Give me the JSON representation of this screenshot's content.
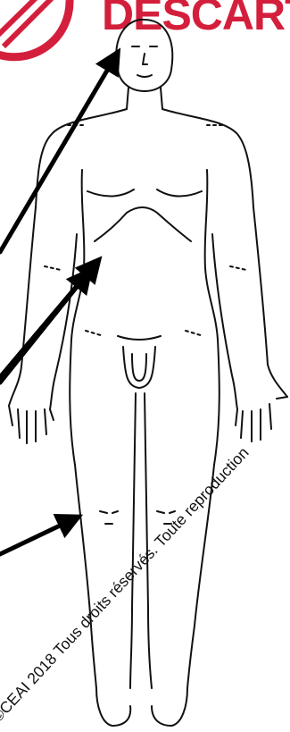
{
  "brand": {
    "name": "DESCART",
    "color": "#d41f3c"
  },
  "watermark": {
    "text": "©CEAI 2018 Tous droits réservés. Toute reproduction"
  },
  "figure": {
    "subject": "anatomical outline, front view of standing human figure",
    "line_color": "#111111"
  },
  "arrows": {
    "count": 4,
    "color": "#000000"
  }
}
